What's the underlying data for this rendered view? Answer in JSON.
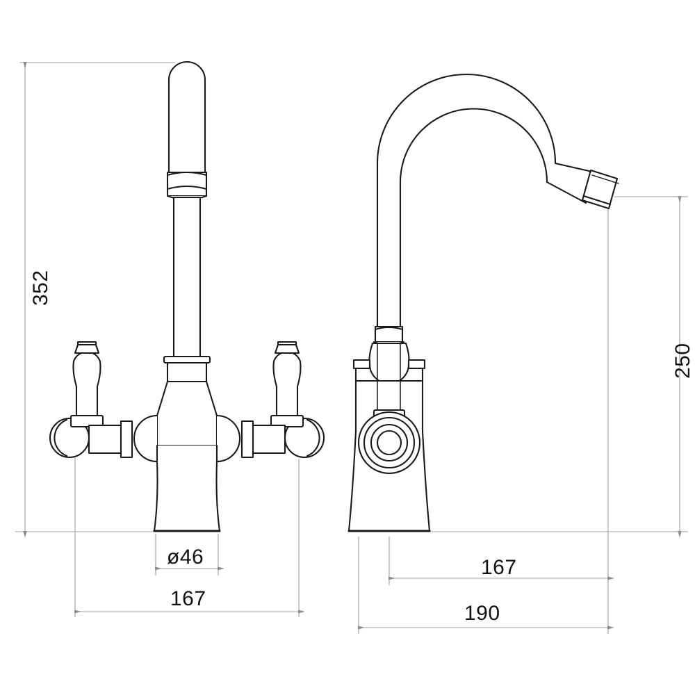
{
  "drawing": {
    "title": "Two-handle kitchen mixer tap – dimensioned technical drawing",
    "units": "mm",
    "line_color": "#1a1a1a",
    "dimension_line_color": "#9a9a9a",
    "background_color": "#ffffff",
    "views": [
      {
        "name": "front-elevation",
        "label": ""
      },
      {
        "name": "side-elevation",
        "label": ""
      }
    ]
  },
  "dimensions": {
    "front_overall_height": {
      "value": "352",
      "orientation": "vertical",
      "view": "front-elevation",
      "measures": "overall height from mounting surface to top of spout"
    },
    "front_spout_diameter": {
      "value": "ø46",
      "orientation": "horizontal",
      "view": "front-elevation",
      "measures": "base / body diameter"
    },
    "front_overall_width": {
      "value": "167",
      "orientation": "horizontal",
      "view": "front-elevation",
      "measures": "overall width across both lever handles"
    },
    "side_spout_height": {
      "value": "250",
      "orientation": "vertical",
      "view": "side-elevation",
      "measures": "height to spout outlet"
    },
    "side_spout_reach": {
      "value": "167",
      "orientation": "horizontal",
      "view": "side-elevation",
      "measures": "spout reach from body centreline"
    },
    "side_overall_projection": {
      "value": "190",
      "orientation": "horizontal",
      "view": "side-elevation",
      "measures": "overall projection from rear of base"
    }
  }
}
